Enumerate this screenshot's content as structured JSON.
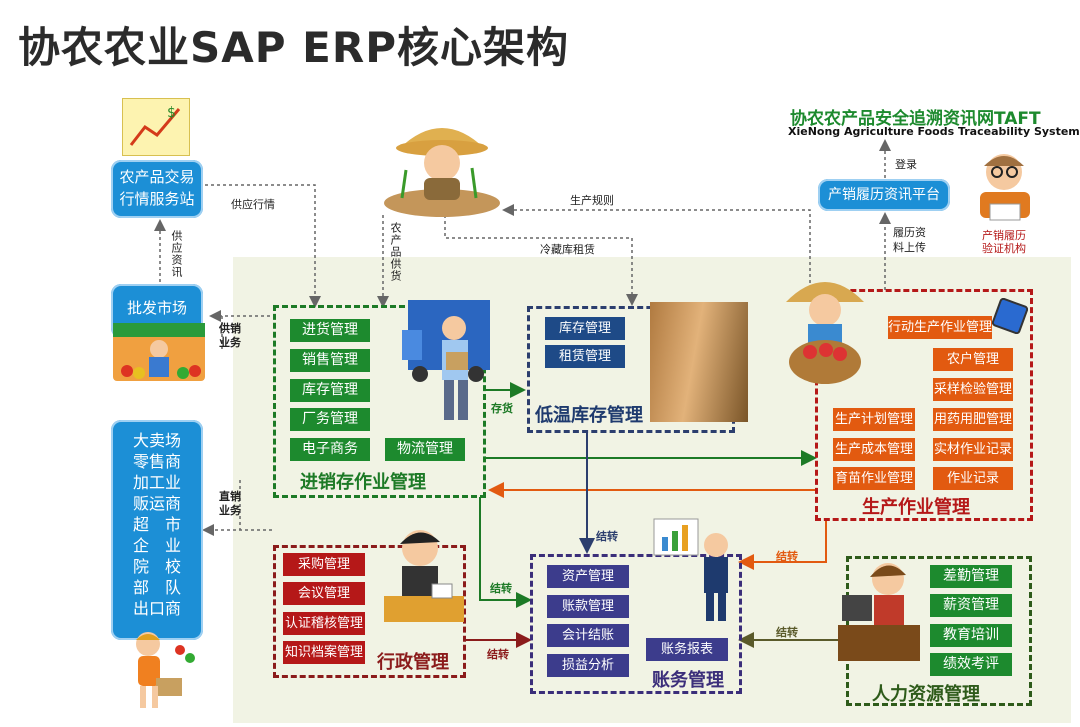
{
  "title": "协农农业SAP ERP核心架构",
  "trace": {
    "title_cn": "协农农产品安全追溯资讯网TAFT",
    "title_en": "XieNong Agriculture Foods Traceability System",
    "platform": "产销履历资讯平台",
    "org": "产销履历\n验证机构"
  },
  "left": {
    "trade_station": "农产品交易\n行情服务站",
    "wholesale": "批发市场",
    "retail_list": "大卖场\n零售商\n加工业\n贩运商\n超　市\n企　业\n院　校\n部　队\n出口商"
  },
  "labels": {
    "supply_info": "供应行情",
    "supply_info_v": "供应资讯",
    "farm_supply": "农产品供货",
    "prod_rules": "生产规则",
    "cold_rent": "冷藏库租赁",
    "login": "登录",
    "upload": "履历资料上传",
    "sales_biz": "供销业务",
    "direct_biz": "直销业务",
    "stock": "存货",
    "transfer": "结转"
  },
  "inventory": {
    "title": "进销存作业管理",
    "items": [
      "进货管理",
      "销售管理",
      "库存管理",
      "厂务管理",
      "电子商务",
      "物流管理"
    ]
  },
  "cold": {
    "title": "低温库存管理",
    "items": [
      "库存管理",
      "租赁管理"
    ]
  },
  "production": {
    "title": "生产作业管理",
    "top": "行动生产作业管理",
    "items_right": [
      "农户管理",
      "采样检验管理",
      "用药用肥管理",
      "实材作业记录",
      "作业记录"
    ],
    "items_left": [
      "生产计划管理",
      "生产成本管理",
      "育苗作业管理"
    ]
  },
  "admin": {
    "title": "行政管理",
    "items": [
      "采购管理",
      "会议管理",
      "认证稽核管理",
      "知识档案管理"
    ]
  },
  "accounting": {
    "title": "账务管理",
    "items": [
      "资产管理",
      "账款管理",
      "会计结账",
      "损益分析"
    ],
    "report": "账务报表"
  },
  "hr": {
    "title": "人力资源管理",
    "items": [
      "差勤管理",
      "薪资管理",
      "教育培训",
      "绩效考评"
    ]
  },
  "colors": {
    "green": "#1d8a2e",
    "red": "#b51818",
    "orange": "#e25a10",
    "navy": "#1e4a87",
    "blue": "#1c8fd6"
  }
}
